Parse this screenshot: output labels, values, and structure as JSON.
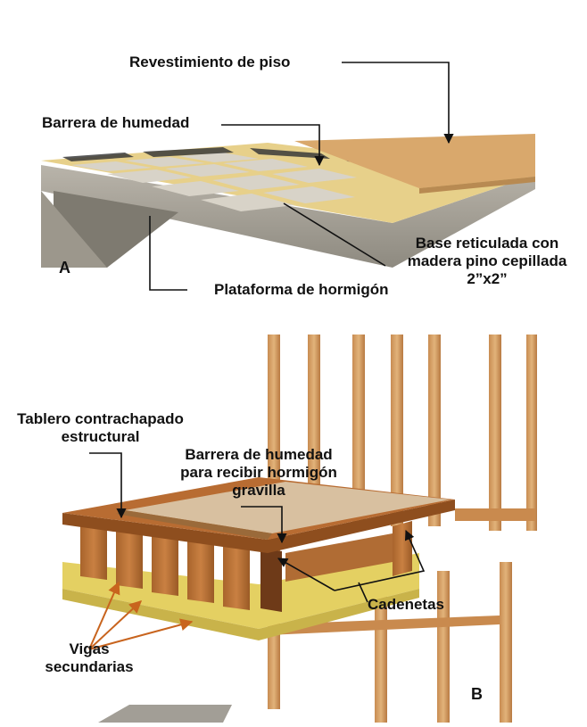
{
  "figure_a": {
    "letter": "A",
    "labels": {
      "floor_covering": "Revestimiento de piso",
      "moisture_barrier": "Barrera de humedad",
      "grid_base_line1": "Base reticulada con",
      "grid_base_line2": "madera pino cepillada",
      "grid_base_line3": "2”x2”",
      "concrete_platform": "Plataforma de hormigón"
    }
  },
  "figure_b": {
    "letter": "B",
    "labels": {
      "plywood_line1": "Tablero contrachapado",
      "plywood_line2": "estructural",
      "barrier_line1": "Barrera de humedad",
      "barrier_line2": "para recibir hormigón",
      "barrier_line3": "gravilla",
      "joists_line1": "Vigas",
      "joists_line2": "secundarias",
      "blocking": "Cadenetas"
    }
  },
  "colors": {
    "text": "#111111",
    "orange_arrows": "#c8641e",
    "concrete": "#a9a49a",
    "wood_frame": "#d8a86a",
    "insulation": "#e6d56a",
    "floor_covering": "#d9b07a"
  }
}
